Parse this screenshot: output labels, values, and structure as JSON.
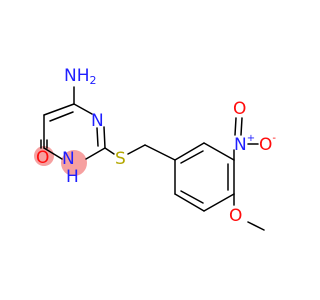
{
  "atoms": {
    "amine": {
      "main": "NH",
      "sub": "2",
      "color": "#1f1fff"
    },
    "n_ring_top": {
      "main": "N",
      "color": "#1f1fff"
    },
    "n_ring_bottom": {
      "main": "N",
      "color": "#1f1fff"
    },
    "n_ring_bottom_h": {
      "main": "H",
      "color": "#1f1fff"
    },
    "carbonyl_o": {
      "main": "O",
      "color": "#ff0d0d"
    },
    "sulfur": {
      "main": "S",
      "color": "#b3a700"
    },
    "nitro_n": {
      "main": "N",
      "charge": "+",
      "color": "#1f1fff"
    },
    "nitro_o_top": {
      "main": "O",
      "color": "#ff0d0d"
    },
    "nitro_o_right": {
      "main": "O",
      "charge": "-",
      "color": "#ff0d0d"
    },
    "methoxy_o": {
      "main": "O",
      "color": "#ff0d0d"
    }
  },
  "highlight_color": "#f6a0a0"
}
